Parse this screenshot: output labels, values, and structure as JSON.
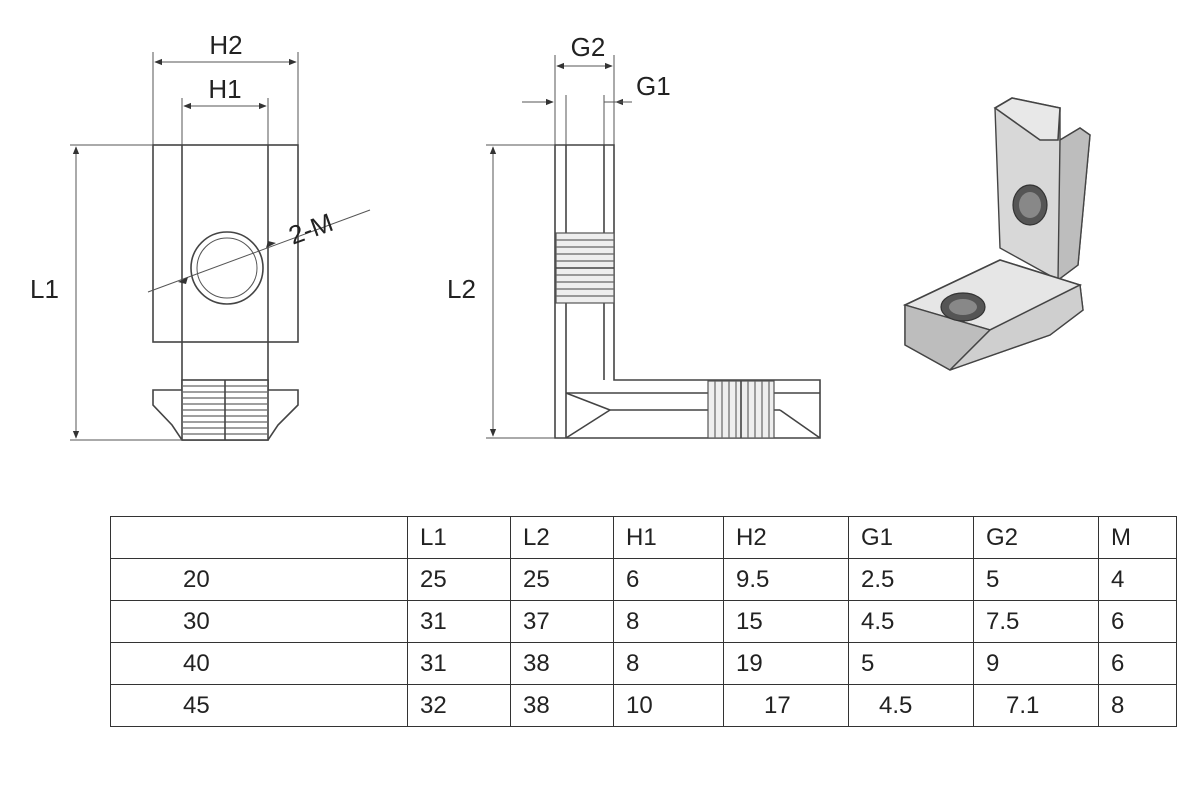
{
  "labels": {
    "h2": "H2",
    "h1": "H1",
    "l1": "L1",
    "m": "2-M",
    "g2": "G2",
    "g1": "G1",
    "l2": "L2"
  },
  "table": {
    "headers": [
      "",
      "L1",
      "L2",
      "H1",
      "H2",
      "G1",
      "G2",
      "M"
    ],
    "rows": [
      [
        "20",
        "25",
        "25",
        "6",
        "9.5",
        "2.5",
        "5",
        "4"
      ],
      [
        "30",
        "31",
        "37",
        "8",
        "15",
        "4.5",
        "7.5",
        "6"
      ],
      [
        "40",
        "31",
        "38",
        "8",
        "19",
        "5",
        "9",
        "6"
      ],
      [
        "45",
        "32",
        "38",
        "10",
        "17",
        "4.5",
        "7.1",
        "8"
      ]
    ]
  }
}
